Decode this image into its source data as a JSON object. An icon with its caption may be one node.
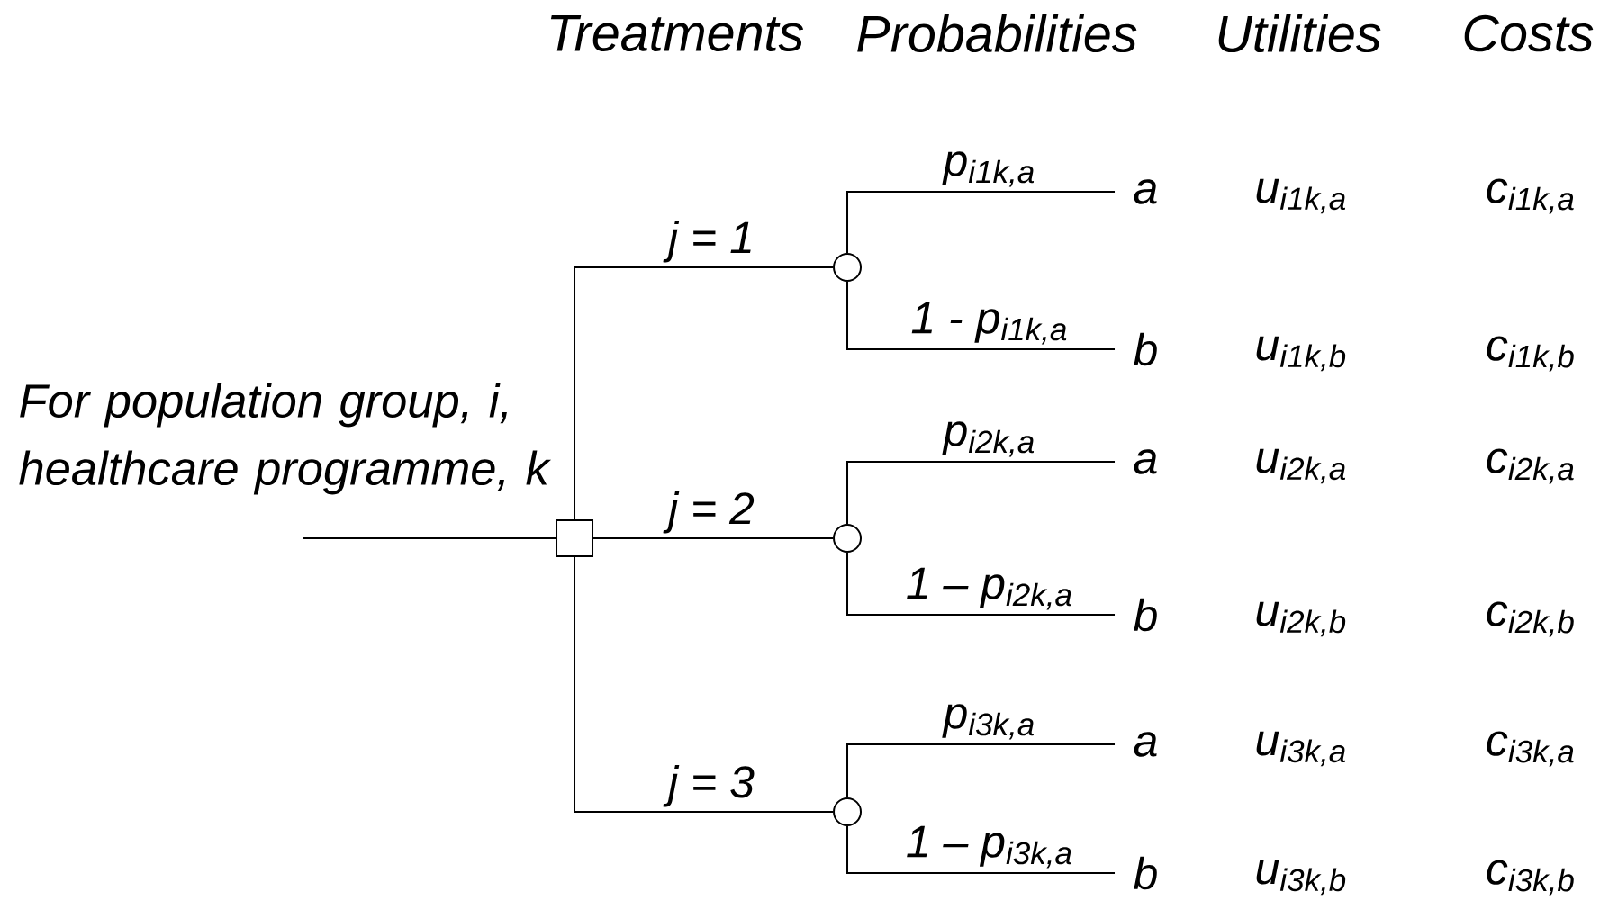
{
  "diagram": {
    "nodes": [
      {
        "text": [],
        "shape": "box"
      },
      {
        "text": [],
        "shape": "circle"
      },
      {
        "text": [],
        "shape": "circle"
      },
      {
        "text": [],
        "shape": "circle"
      },
      {
        "text": [
          "a"
        ]
      },
      {
        "text": [
          "b"
        ]
      },
      {
        "text": [
          "a"
        ]
      },
      {
        "text": [
          "b"
        ]
      },
      {
        "text": [
          "a"
        ]
      },
      {
        "text": [
          "b"
        ]
      }
    ],
    "edges": [
      {
        "from": null,
        "to": 0,
        "arrow": "none"
      },
      {
        "from": 0,
        "to": 1,
        "arrow": "none",
        "label": "j = 1"
      },
      {
        "from": 0,
        "to": 2,
        "arrow": "none",
        "label": "j = 2"
      },
      {
        "from": 0,
        "to": 3,
        "arrow": "none",
        "label": "j = 3"
      },
      {
        "from": 1,
        "to": 4,
        "arrow": "none",
        "label": "p$_{i1k,a}$"
      },
      {
        "from": 1,
        "to": 5,
        "arrow": "none",
        "label": "1 - p$_{i1k,a}$"
      },
      {
        "from": 2,
        "to": 6,
        "arrow": "none",
        "label": "p$_{i2k,a}$"
      },
      {
        "from": 2,
        "to": 7,
        "arrow": "none",
        "label": "1 – p$_{i2k,a}$"
      },
      {
        "from": 3,
        "to": 8,
        "arrow": "none",
        "label": "p$_{i3k,a}$"
      },
      {
        "from": 3,
        "to": 9,
        "arrow": "none",
        "label": "1 – p$_{i3k,a}$"
      }
    ],
    "labels": [
      "Treatments",
      "Probabilities",
      "Utilities",
      "Costs",
      "For population group, i, healthcare programme, k",
      "u$_{i1k,a}$",
      "c$_{i1k,a}$",
      "u$_{i1k,b}$",
      "c$_{i1k,b}$",
      "u$_{i2k,a}$",
      "c$_{i2k,a}$",
      "u$_{i2k,b}$",
      "c$_{i2k,b}$",
      "u$_{i3k,a}$",
      "c$_{i3k,a}$",
      "u$_{i3k,b}$",
      "c$_{i3k,b}$"
    ]
  }
}
